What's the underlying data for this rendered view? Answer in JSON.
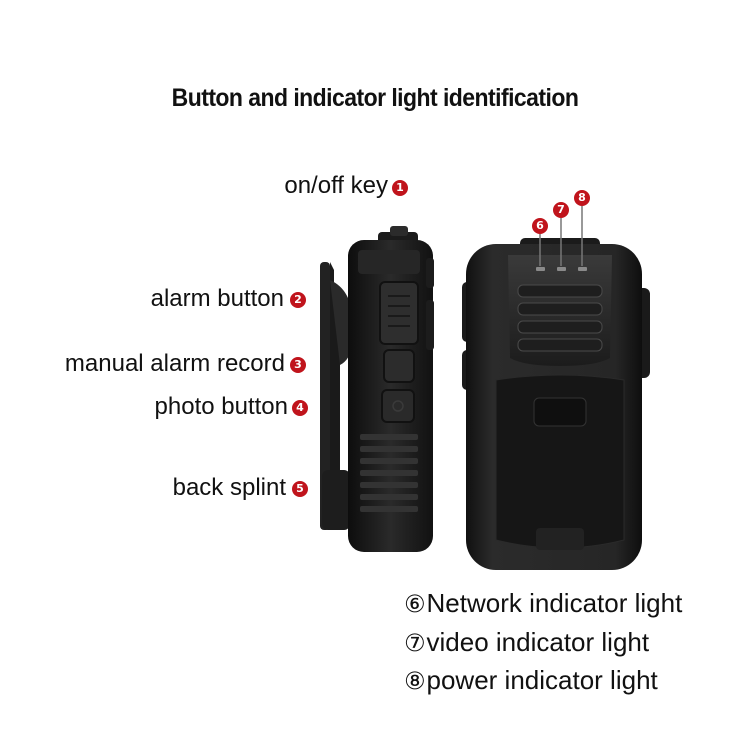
{
  "title": "Button and indicator light identification",
  "badge_color": "#c0141c",
  "labels": [
    {
      "num": "1",
      "text": "on/off key"
    },
    {
      "num": "2",
      "text": "alarm button"
    },
    {
      "num": "3",
      "text": "manual alarm record"
    },
    {
      "num": "4",
      "text": "photo button"
    },
    {
      "num": "5",
      "text": "back splint"
    }
  ],
  "indicator_badges": [
    "6",
    "7",
    "8"
  ],
  "legend": [
    {
      "num": "⑥",
      "text": "Network indicator light"
    },
    {
      "num": "⑦",
      "text": "video indicator light"
    },
    {
      "num": "⑧",
      "text": "power indicator light"
    }
  ]
}
